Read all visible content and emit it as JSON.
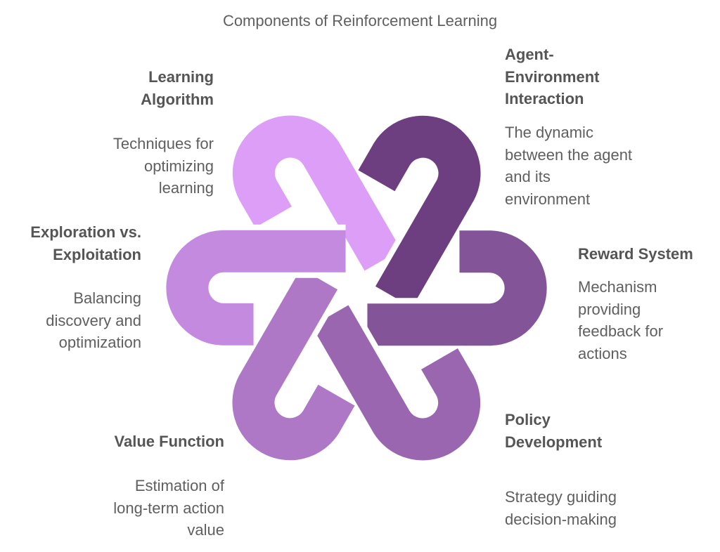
{
  "title": "Components of Reinforcement Learning",
  "colors": {
    "learning_algorithm": "#DC9EF7",
    "agent_environment": "#6E3F80",
    "reward_system": "#845498",
    "policy_development": "#9A66B0",
    "value_function": "#AE78C6",
    "exploration": "#C48AE0"
  },
  "items": {
    "learning_algorithm": {
      "title": [
        "Learning",
        "Algorithm"
      ],
      "desc": [
        "Techniques for",
        "optimizing",
        "learning"
      ]
    },
    "agent_environment": {
      "title": [
        "Agent-",
        "Environment",
        "Interaction"
      ],
      "desc": [
        "The dynamic",
        "between the agent",
        "and its",
        "environment"
      ]
    },
    "reward_system": {
      "title": [
        "Reward System"
      ],
      "desc": [
        "Mechanism",
        "providing",
        "feedback for",
        "actions"
      ]
    },
    "policy_development": {
      "title": [
        "Policy",
        "Development"
      ],
      "desc": [
        "Strategy guiding",
        "decision-making"
      ]
    },
    "value_function": {
      "title": [
        "Value Function"
      ],
      "desc": [
        "Estimation of",
        "long-term action",
        "value"
      ]
    },
    "exploration": {
      "title": [
        "Exploration vs.",
        "Exploitation"
      ],
      "desc": [
        "Balancing",
        "discovery and",
        "optimization"
      ]
    }
  }
}
